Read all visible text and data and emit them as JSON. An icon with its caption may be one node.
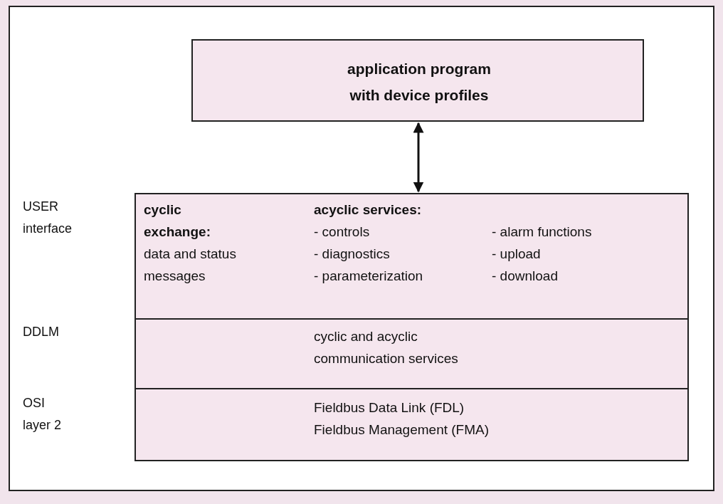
{
  "diagram": {
    "nodes": [
      {
        "text": [
          "application program with device profiles"
        ]
      },
      {
        "text": [
          "cyclic exchange:",
          "data and status messages",
          "acyclic services:",
          "- controls",
          "- diagnostics",
          "- parameterization",
          "- alarm functions",
          "- upload",
          "- download"
        ]
      },
      {
        "text": [
          "cyclic and acyclic communication services"
        ]
      },
      {
        "text": [
          "Fieldbus Data Link (FDL) Fieldbus Management (FMA)"
        ]
      }
    ],
    "labels": [
      "USER interface",
      "DDLM",
      "OSI layer 2"
    ],
    "edges": [
      {
        "from": 0,
        "to": 1,
        "arrow": "both"
      }
    ]
  }
}
